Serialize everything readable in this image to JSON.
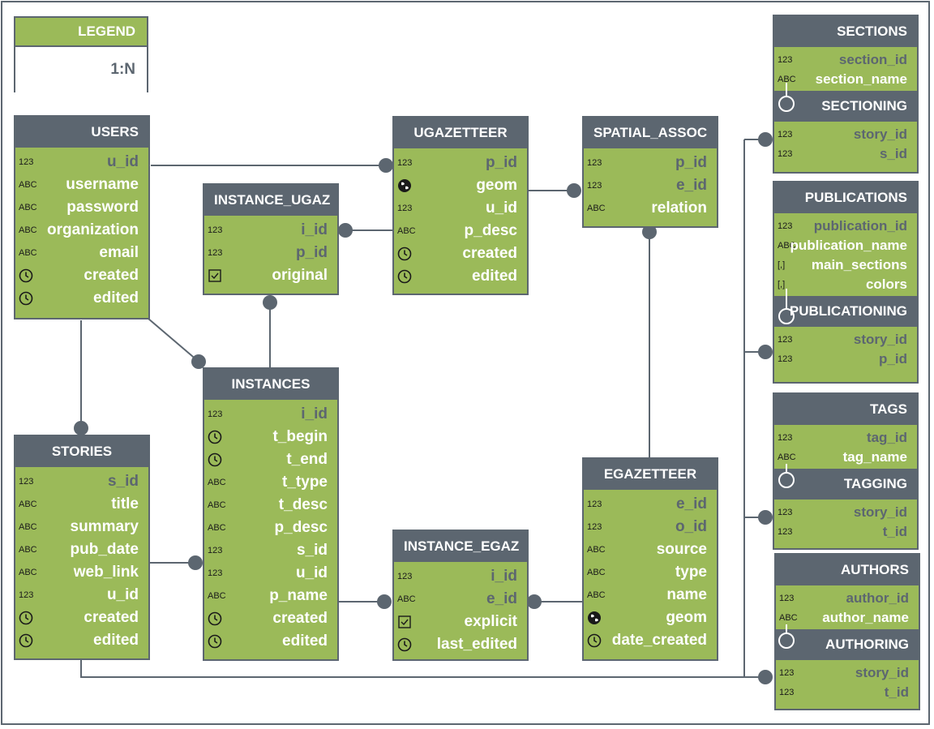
{
  "legend": {
    "title": "LEGEND",
    "label": "1:N"
  },
  "users": {
    "title": "USERS",
    "fields": [
      {
        "type": "123",
        "name": "u_id",
        "key": true
      },
      {
        "type": "ABC",
        "name": "username"
      },
      {
        "type": "ABC",
        "name": "password"
      },
      {
        "type": "ABC",
        "name": "organization"
      },
      {
        "type": "ABC",
        "name": "email"
      },
      {
        "type": "clock",
        "name": "created"
      },
      {
        "type": "clock",
        "name": "edited"
      }
    ]
  },
  "instance_ugaz": {
    "title": "INSTANCE_UGAZ",
    "fields": [
      {
        "type": "123",
        "name": "i_id",
        "key": true
      },
      {
        "type": "123",
        "name": "p_id",
        "key": true
      },
      {
        "type": "check",
        "name": "original"
      }
    ]
  },
  "ugazetteer": {
    "title": "UGAZETTEER",
    "fields": [
      {
        "type": "123",
        "name": "p_id",
        "key": true
      },
      {
        "type": "globe",
        "name": "geom"
      },
      {
        "type": "123",
        "name": "u_id"
      },
      {
        "type": "ABC",
        "name": "p_desc"
      },
      {
        "type": "clock",
        "name": "created"
      },
      {
        "type": "clock",
        "name": "edited"
      }
    ]
  },
  "spatial_assoc": {
    "title": "SPATIAL_ASSOC",
    "fields": [
      {
        "type": "123",
        "name": "p_id",
        "key": true
      },
      {
        "type": "123",
        "name": "e_id",
        "key": true
      },
      {
        "type": "ABC",
        "name": "relation"
      }
    ]
  },
  "instances": {
    "title": "INSTANCES",
    "fields": [
      {
        "type": "123",
        "name": "i_id",
        "key": true
      },
      {
        "type": "clock",
        "name": "t_begin"
      },
      {
        "type": "clock",
        "name": "t_end"
      },
      {
        "type": "ABC",
        "name": "t_type"
      },
      {
        "type": "ABC",
        "name": "t_desc"
      },
      {
        "type": "ABC",
        "name": "p_desc"
      },
      {
        "type": "123",
        "name": "s_id"
      },
      {
        "type": "123",
        "name": "u_id"
      },
      {
        "type": "ABC",
        "name": "p_name"
      },
      {
        "type": "clock",
        "name": "created"
      },
      {
        "type": "clock",
        "name": "edited"
      }
    ]
  },
  "stories": {
    "title": "STORIES",
    "fields": [
      {
        "type": "123",
        "name": "s_id",
        "key": true
      },
      {
        "type": "ABC",
        "name": "title"
      },
      {
        "type": "ABC",
        "name": "summary"
      },
      {
        "type": "ABC",
        "name": "pub_date"
      },
      {
        "type": "ABC",
        "name": "web_link"
      },
      {
        "type": "123",
        "name": "u_id"
      },
      {
        "type": "clock",
        "name": "created"
      },
      {
        "type": "clock",
        "name": "edited"
      }
    ]
  },
  "instance_egaz": {
    "title": "INSTANCE_EGAZ",
    "fields": [
      {
        "type": "123",
        "name": "i_id",
        "key": true
      },
      {
        "type": "ABC",
        "name": "e_id",
        "key": true
      },
      {
        "type": "check",
        "name": "explicit"
      },
      {
        "type": "clock",
        "name": "last_edited"
      }
    ]
  },
  "egazetteer": {
    "title": "EGAZETTEER",
    "fields": [
      {
        "type": "123",
        "name": "e_id",
        "key": true
      },
      {
        "type": "123",
        "name": "o_id",
        "key": true
      },
      {
        "type": "ABC",
        "name": "source"
      },
      {
        "type": "ABC",
        "name": "type"
      },
      {
        "type": "ABC",
        "name": "name"
      },
      {
        "type": "globe",
        "name": "geom"
      },
      {
        "type": "clock",
        "name": "date_created"
      }
    ]
  },
  "sections": {
    "title": "SECTIONS",
    "fields": [
      {
        "type": "123",
        "name": "section_id",
        "key": true
      },
      {
        "type": "ABC",
        "name": "section_name"
      }
    ]
  },
  "sectioning": {
    "title": "SECTIONING",
    "fields": [
      {
        "type": "123",
        "name": "story_id",
        "key": true
      },
      {
        "type": "123",
        "name": "s_id",
        "key": true
      }
    ]
  },
  "publications": {
    "title": "PUBLICATIONS",
    "fields": [
      {
        "type": "123",
        "name": "publication_id",
        "key": true
      },
      {
        "type": "ABC",
        "name": "publication_name"
      },
      {
        "type": "[,]",
        "name": "main_sections"
      },
      {
        "type": "[,]",
        "name": "colors"
      }
    ]
  },
  "publicationing": {
    "title": "PUBLICATIONING",
    "fields": [
      {
        "type": "123",
        "name": "story_id",
        "key": true
      },
      {
        "type": "123",
        "name": "p_id",
        "key": true
      }
    ]
  },
  "tags": {
    "title": "TAGS",
    "fields": [
      {
        "type": "123",
        "name": "tag_id",
        "key": true
      },
      {
        "type": "ABC",
        "name": "tag_name"
      }
    ]
  },
  "tagging": {
    "title": "TAGGING",
    "fields": [
      {
        "type": "123",
        "name": "story_id",
        "key": true
      },
      {
        "type": "123",
        "name": "t_id",
        "key": true
      }
    ]
  },
  "authors": {
    "title": "AUTHORS",
    "fields": [
      {
        "type": "123",
        "name": "author_id",
        "key": true
      },
      {
        "type": "ABC",
        "name": "author_name"
      }
    ]
  },
  "authoring": {
    "title": "AUTHORING",
    "fields": [
      {
        "type": "123",
        "name": "story_id",
        "key": true
      },
      {
        "type": "123",
        "name": "t_id",
        "key": true
      }
    ]
  },
  "colors": {
    "header": "#5c6670",
    "body": "#9bba59",
    "key_text": "#5c6670",
    "text": "#ffffff"
  }
}
